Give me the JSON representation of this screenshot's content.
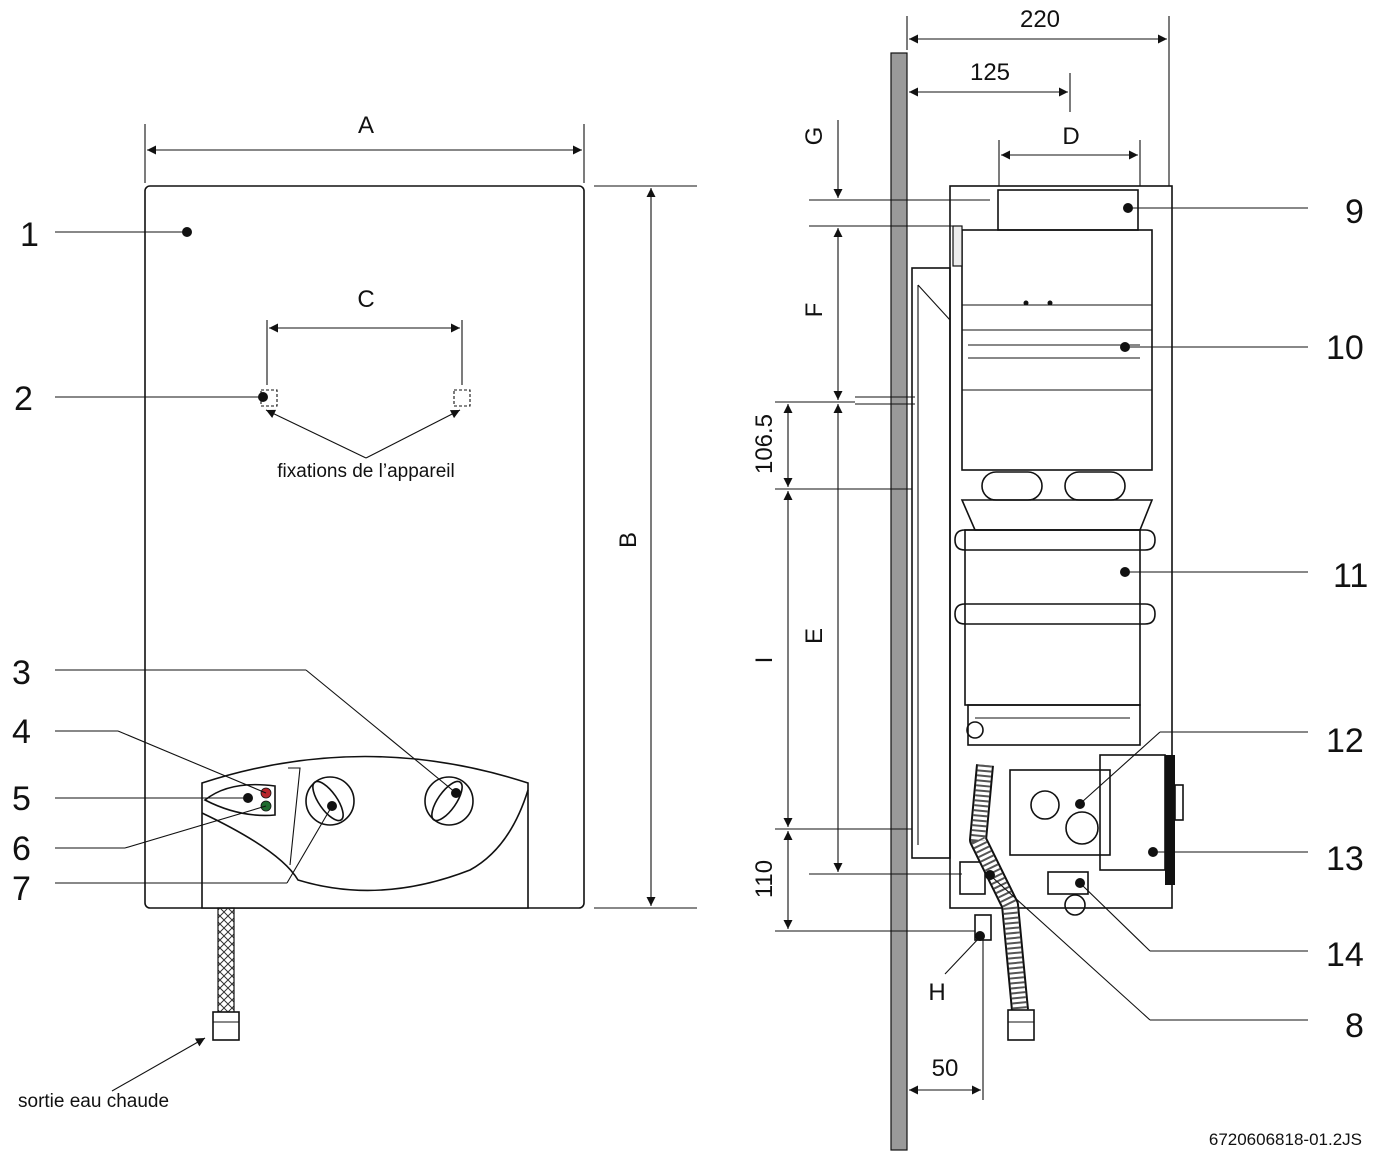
{
  "labels": {
    "callouts": [
      "1",
      "2",
      "3",
      "4",
      "5",
      "6",
      "7",
      "8",
      "9",
      "10",
      "11",
      "12",
      "13",
      "14"
    ],
    "dimensions": {
      "A": "A",
      "B": "B",
      "C": "C",
      "D": "D",
      "E": "E",
      "F": "F",
      "G": "G",
      "H": "H",
      "I": "I",
      "d220": "220",
      "d125": "125",
      "d106": "106.5",
      "d110": "110",
      "d50": "50"
    },
    "fixations": "fixations de l’appareil",
    "sortie": "sortie eau chaude",
    "reference": "6720606818-01.2JS"
  }
}
